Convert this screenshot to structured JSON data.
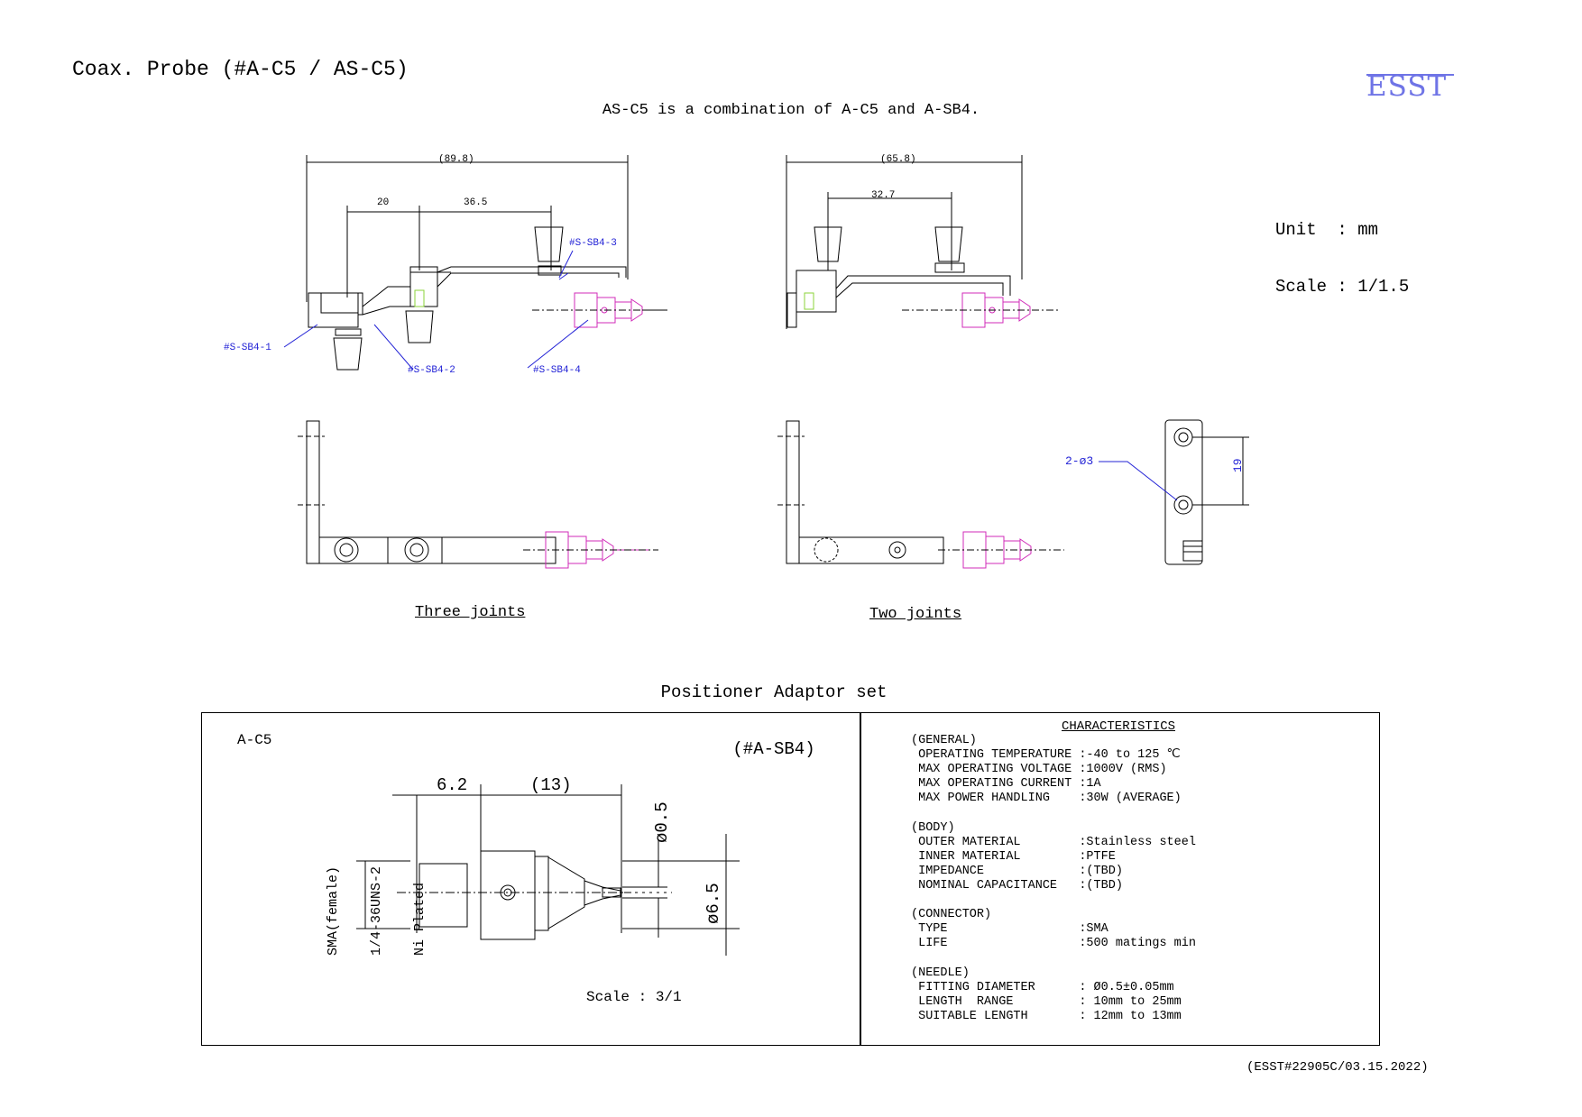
{
  "title": "Coax. Probe (#A-C5 / AS-C5)",
  "subtitle": "AS-C5 is a combination of A-C5 and A-SB4.",
  "logo": "ESST",
  "unit_scale": {
    "unit": "Unit  : mm",
    "scale": "Scale : 1/1.5"
  },
  "three_joints": {
    "caption": "Three joints",
    "dims": {
      "overall": "(89.8)",
      "a": "20",
      "b": "36.5"
    },
    "callouts": [
      "#S-SB4-1",
      "#S-SB4-2",
      "#S-SB4-3",
      "#S-SB4-4"
    ]
  },
  "two_joints": {
    "caption": "Two joints",
    "dims": {
      "overall": "(65.8)",
      "a": "32.7"
    }
  },
  "bracket": {
    "holes": "2-ø3",
    "spacing": "19"
  },
  "set_name": {
    "line1": "Positioner Adaptor set",
    "line2": "(#A-SB4)"
  },
  "probe": {
    "label": "A-C5",
    "dim_a": "6.2",
    "dim_b": "(13)",
    "needle": "ø0.5",
    "body": "ø6.5",
    "connector_note": [
      "SMA(female)",
      "1/4-36UNS-2",
      "Ni Plated"
    ],
    "scale": "Scale : 3/1"
  },
  "characteristics": {
    "heading": "CHARACTERISTICS",
    "lines": [
      "(GENERAL)",
      " OPERATING TEMPERATURE :-40 to 125 ℃",
      " MAX OPERATING VOLTAGE :1000V (RMS)",
      " MAX OPERATING CURRENT :1A",
      " MAX POWER HANDLING    :30W (AVERAGE)",
      "",
      "(BODY)",
      " OUTER MATERIAL        :Stainless steel",
      " INNER MATERIAL        :PTFE",
      " IMPEDANCE             :(TBD)",
      " NOMINAL CAPACITANCE   :(TBD)",
      "",
      "(CONNECTOR)",
      " TYPE                  :SMA",
      " LIFE                  :500 matings min",
      "",
      "(NEEDLE)",
      " FITTING DIAMETER      : Ø0.5±0.05mm",
      " LENGTH  RANGE         : 10mm to 25mm",
      " SUITABLE LENGTH       : 12mm to 13mm"
    ]
  },
  "footer": "(ESST#22905C/03.15.2022)",
  "colors": {
    "logo": "#6f74e6",
    "callout": "#2323d6",
    "connector": "#d02bb8",
    "joint": "#8bd33a"
  }
}
